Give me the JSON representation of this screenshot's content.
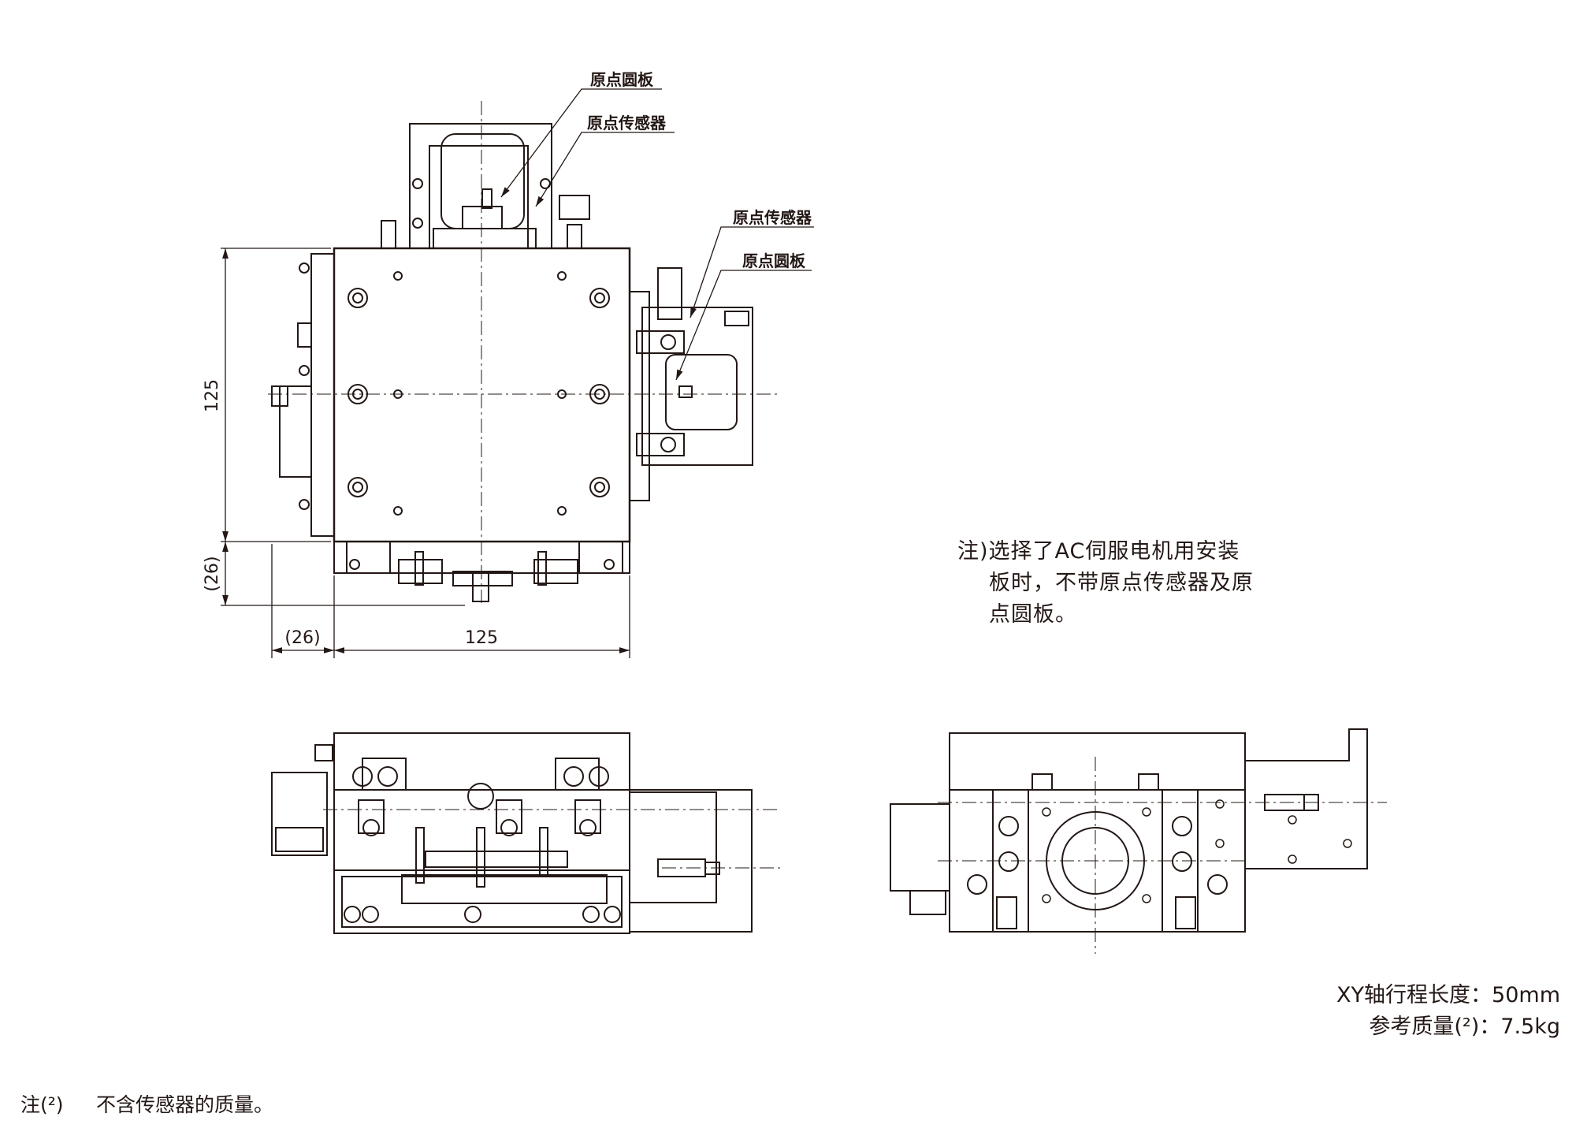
{
  "callouts": {
    "top_origin_disc": "原点圆板",
    "top_origin_sensor": "原点传感器",
    "right_origin_sensor": "原点传感器",
    "right_origin_disc": "原点圆板"
  },
  "dimensions": {
    "height_main": "125",
    "height_offset": "(26)",
    "width_offset": "(26)",
    "width_main": "125"
  },
  "side_note": {
    "line1": "注)选择了AC伺服电机用安装",
    "line2": "板时，不带原点传感器及原",
    "line3": "点圆板。"
  },
  "spec": {
    "stroke": "XY轴行程长度：50mm",
    "weight": "参考质量(²)：7.5kg"
  },
  "footnote": {
    "mark": "注(²)",
    "text": "不含传感器的质量。"
  }
}
